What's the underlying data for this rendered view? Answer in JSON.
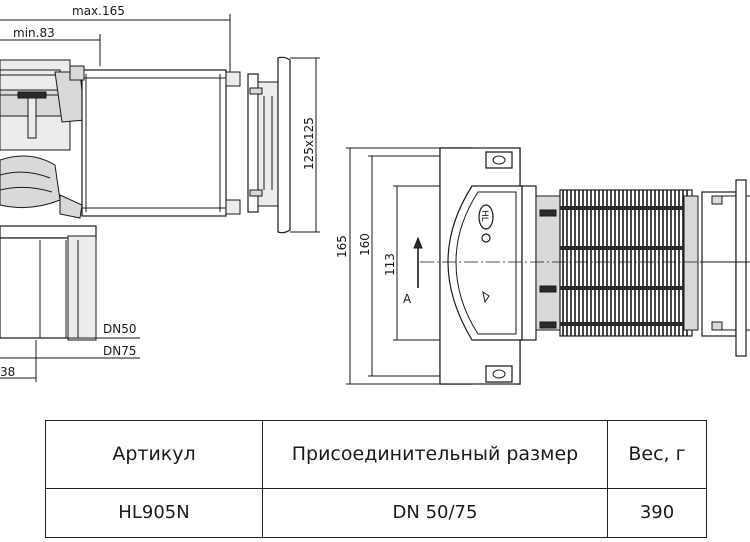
{
  "drawing": {
    "dims": {
      "max_length": "max.165",
      "min_length": "min.83",
      "flange_size": "125x125",
      "dn50": "DN50",
      "dn75": "DN75",
      "offset": "38",
      "h165": "165",
      "h160": "160",
      "h113": "113",
      "view_a": "A"
    },
    "logo": "HL"
  },
  "table": {
    "headers": [
      "Артикул",
      "Присоединительный размер",
      "Вес, г"
    ],
    "rows": [
      [
        "HL905N",
        "DN 50/75",
        "390"
      ]
    ]
  }
}
